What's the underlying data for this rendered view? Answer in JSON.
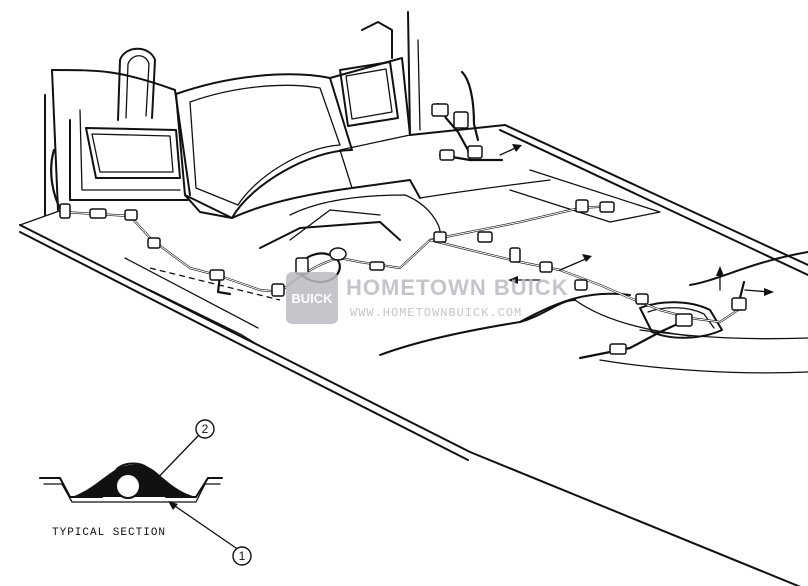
{
  "watermark": {
    "brand": "HOMETOWN BUICK",
    "url": "WWW.HOMETOWNBUICK.COM",
    "logo_text": "BUICK"
  },
  "inset": {
    "caption": "TYPICAL SECTION"
  },
  "callouts": [
    {
      "number": "2"
    },
    {
      "number": "1"
    }
  ]
}
